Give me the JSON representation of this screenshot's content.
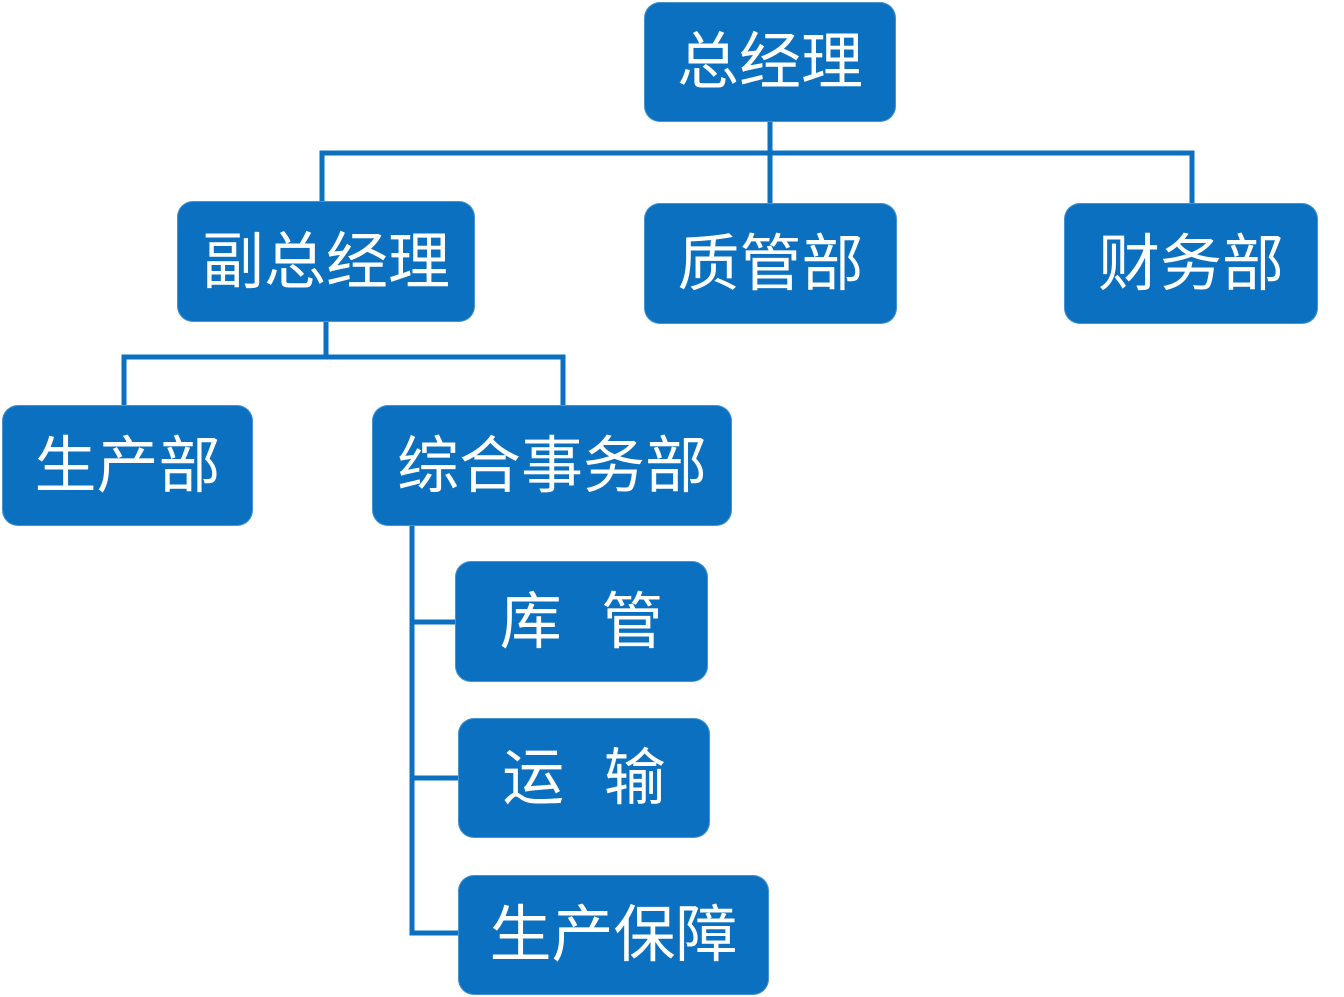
{
  "diagram": {
    "accent_color": "#0a70bf",
    "nodes": {
      "general_manager": "总经理",
      "deputy_general_manager": "副总经理",
      "quality_management_dept": "质管部",
      "finance_dept": "财务部",
      "production_dept": "生产部",
      "general_affairs_dept": "综合事务部",
      "warehouse": "库  管",
      "transport": "运  输",
      "production_support": "生产保障"
    }
  }
}
